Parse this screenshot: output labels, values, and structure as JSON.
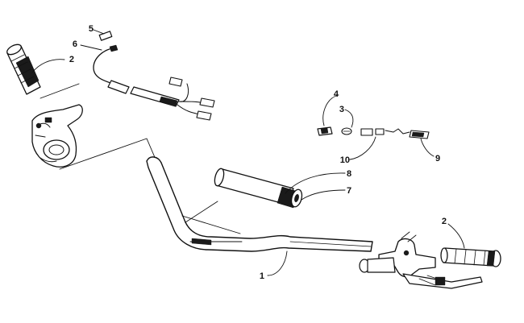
{
  "callouts": [
    {
      "id": "c1",
      "text": "1"
    },
    {
      "id": "c2a",
      "text": "2"
    },
    {
      "id": "c2b",
      "text": "2"
    },
    {
      "id": "c3",
      "text": "3"
    },
    {
      "id": "c4",
      "text": "4"
    },
    {
      "id": "c5",
      "text": "5"
    },
    {
      "id": "c6",
      "text": "6"
    },
    {
      "id": "c7",
      "text": "7"
    },
    {
      "id": "c8",
      "text": "8"
    },
    {
      "id": "c9",
      "text": "9"
    },
    {
      "id": "c10",
      "text": "10"
    }
  ]
}
